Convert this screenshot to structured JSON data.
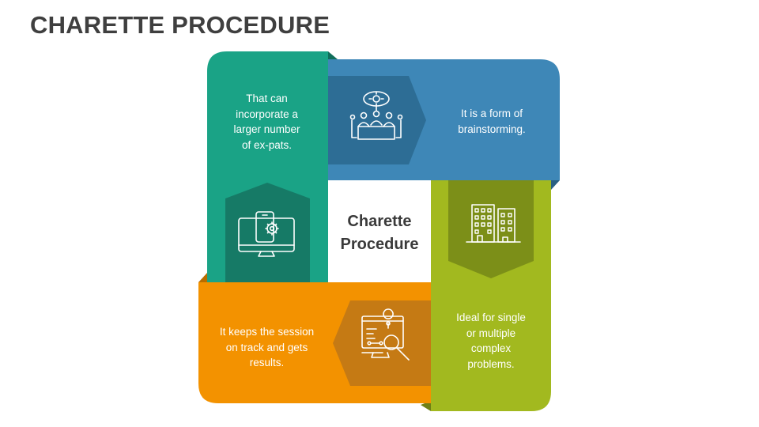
{
  "title": "CHARETTE PROCEDURE",
  "center": {
    "line1": "Charette",
    "line2": "Procedure"
  },
  "panels": {
    "green": {
      "color": "#1aa386",
      "dark": "#167a66",
      "icon": "devices-gear-icon",
      "lines": [
        "That can",
        "incorporate a",
        "larger number",
        "of ex-pats."
      ]
    },
    "blue": {
      "color": "#3e87b7",
      "dark": "#2d6d95",
      "icon": "meeting-brainstorm-icon",
      "lines": [
        "It is a form of",
        "brainstorming."
      ]
    },
    "lime": {
      "color": "#a2b91f",
      "dark": "#7c8f18",
      "icon": "buildings-icon",
      "lines": [
        "Ideal for single",
        "or multiple",
        "complex",
        "problems."
      ]
    },
    "orange": {
      "color": "#f39200",
      "dark": "#c57a14",
      "icon": "analysis-search-icon",
      "lines": [
        "It keeps the session",
        "on track and gets",
        "results."
      ]
    }
  }
}
